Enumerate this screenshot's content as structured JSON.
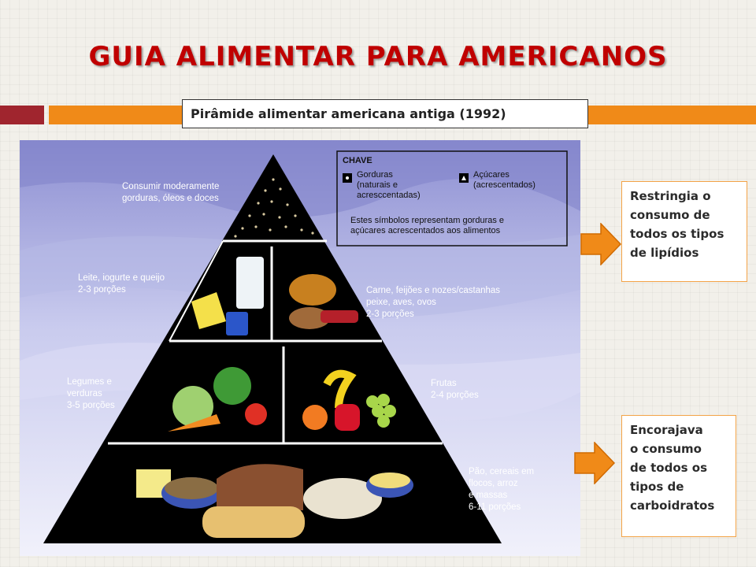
{
  "slide": {
    "title": "GUIA ALIMENTAR PARA AMERICANOS",
    "subtitle": "Pirâmide alimentar americana antiga (1992)"
  },
  "pyramid": {
    "key": {
      "title": "CHAVE",
      "fats": "Gorduras\n(naturais e\nacresccentadas)",
      "sugars": "Açúcares\n(acrescentados)",
      "note": "Estes símbolos representam gorduras e\naçúcares acrescentados aos alimentos"
    },
    "levels": {
      "top": "Consumir moderamente\ngorduras, óleos e doces",
      "dairy": "Leite, iogurte e queijo\n2-3 porções",
      "protein": "Carne, feijões e nozes/castanhas\npeixe, aves, ovos\n2-3 porções",
      "vegetables": "Legumes e\nverduras\n3-5 porções",
      "fruits": "Frutas\n2-4 porções",
      "grains": "Pão, cereais em\nflocos, arroz\ne massas\n6-11 porções"
    }
  },
  "notes": {
    "lipids": "Restringia o\nconsumo de\ntodos os tipos\nde lipídios",
    "carbs": "Encorajava\no consumo\nde todos os\ntipos de\ncarboidratos"
  },
  "colors": {
    "title": "#c00000",
    "accent_orange": "#f08a18",
    "accent_red": "#a0252e",
    "pyramid_fill": "#000000"
  }
}
